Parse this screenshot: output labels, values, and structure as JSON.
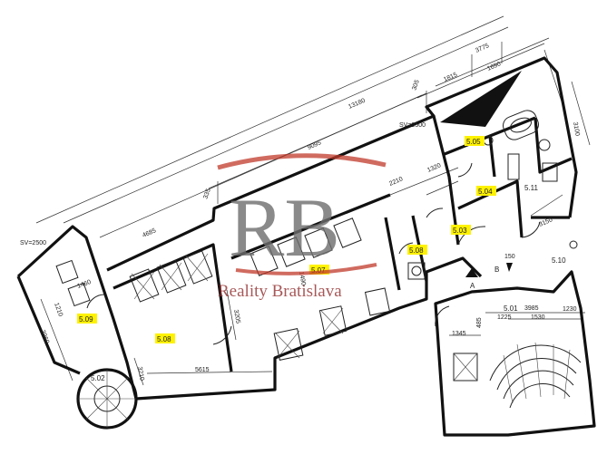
{
  "plan": {
    "rooms": [
      {
        "id": "r509",
        "label": "5.09",
        "highlighted": true
      },
      {
        "id": "r508a",
        "label": "5.08",
        "highlighted": true
      },
      {
        "id": "r507",
        "label": "5.07",
        "highlighted": true
      },
      {
        "id": "r508b",
        "label": "5.08",
        "highlighted": true
      },
      {
        "id": "r503",
        "label": "5.03",
        "highlighted": true
      },
      {
        "id": "r504",
        "label": "5.04",
        "highlighted": true
      },
      {
        "id": "r505",
        "label": "5.05",
        "highlighted": true
      },
      {
        "id": "r511",
        "label": "5.11",
        "highlighted": false
      },
      {
        "id": "r510",
        "label": "5.10",
        "highlighted": false
      },
      {
        "id": "r501",
        "label": "5.01",
        "highlighted": false
      },
      {
        "id": "r502",
        "label": "5.02",
        "highlighted": false
      }
    ],
    "dimensions": [
      "13180",
      "9095",
      "4685",
      "3775",
      "1815",
      "1690",
      "305",
      "335",
      "2210",
      "1320",
      "5615",
      "3205",
      "3210",
      "1490",
      "3985",
      "1225",
      "1530",
      "1230",
      "1345",
      "485",
      "3100",
      "3150",
      "3960",
      "1210",
      "1460",
      "SV=2500",
      "SV=2500",
      "150"
    ],
    "section_markers": [
      "A",
      "B"
    ],
    "highlight_color": "#fff200"
  },
  "watermark": {
    "logo_letters": "RB",
    "logo_text": "Reality Bratislava",
    "accent_color": "#c0392b"
  }
}
